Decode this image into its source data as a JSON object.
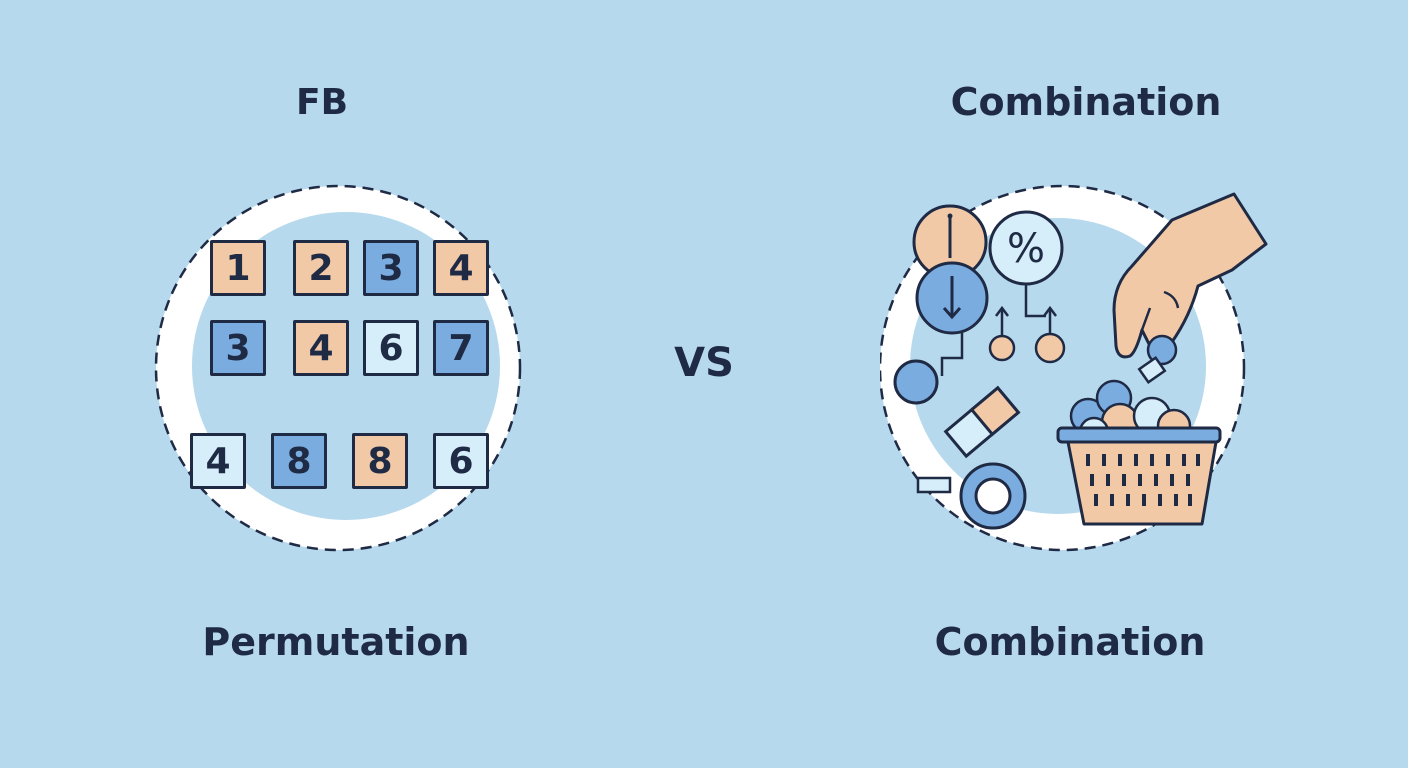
{
  "titles": {
    "left_top": "FB",
    "right_top": "Combination",
    "vs": "VS",
    "left_bottom": "Permutation",
    "right_bottom": "Combination"
  },
  "permutation_tiles": [
    {
      "label": "1",
      "color": "#f2c9a7"
    },
    {
      "label": "2",
      "color": "#f2c9a7"
    },
    {
      "label": "3",
      "color": "#7aace0"
    },
    {
      "label": "4",
      "color": "#f2c9a7"
    },
    {
      "label": "3",
      "color": "#7aace0"
    },
    {
      "label": "4",
      "color": "#f2c9a7"
    },
    {
      "label": "6",
      "color": "#d6eefa"
    },
    {
      "label": "7",
      "color": "#7aace0"
    },
    {
      "label": "4",
      "color": "#d6eefa"
    },
    {
      "label": "8",
      "color": "#7aace0"
    },
    {
      "label": "8",
      "color": "#f2c9a7"
    },
    {
      "label": "6",
      "color": "#d6eefa"
    }
  ],
  "combination_icons": {
    "percent_symbol": "%"
  },
  "colors": {
    "background": "#b7d9ed",
    "ink": "#1f2a44",
    "peach": "#f2c9a7",
    "blue": "#7aace0",
    "light_blue": "#d6eefa",
    "white": "#ffffff"
  }
}
